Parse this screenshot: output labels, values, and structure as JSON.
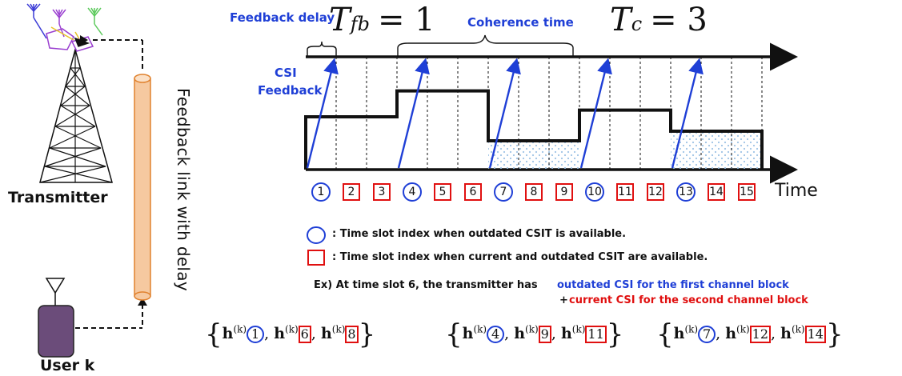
{
  "labels": {
    "feedback_delay": "Feedback delay",
    "coherence_time": "Coherence time",
    "csi_feedback_line1": "CSI",
    "csi_feedback_line2": "Feedback",
    "time": "Time",
    "transmitter": "Transmitter",
    "user": "User k",
    "feedback_link": "Feedback link with delay"
  },
  "math": {
    "tfb_symbol": "T",
    "tfb_sub": "fb",
    "tfb_value": "= 1",
    "tc_symbol": "T",
    "tc_sub": "c",
    "tc_value": "= 3"
  },
  "slots": [
    "1",
    "2",
    "3",
    "4",
    "5",
    "6",
    "7",
    "8",
    "9",
    "10",
    "11",
    "12",
    "13",
    "14",
    "15"
  ],
  "slot_marker": [
    "circle",
    "square",
    "square",
    "circle",
    "square",
    "square",
    "circle",
    "square",
    "square",
    "circle",
    "square",
    "square",
    "circle",
    "square",
    "square"
  ],
  "channel_blocks": {
    "levels": [
      0.55,
      0.82,
      0.3,
      0.62,
      0.4
    ],
    "dotted": [
      false,
      false,
      true,
      false,
      true
    ]
  },
  "legend": {
    "circle_text": ": Time slot index when outdated CSIT is available.",
    "square_text": ": Time slot index when current and outdated CSIT are available.",
    "example_prefix": "Ex) At time slot 6, the transmitter has",
    "example_blue": "outdated CSI for the first channel block",
    "example_red_prefix": "+",
    "example_red": "current CSI  for the second channel block"
  },
  "sets": [
    {
      "circle": "1",
      "sq1": "6",
      "sq2": "8"
    },
    {
      "circle": "4",
      "sq1": "9",
      "sq2": "11"
    },
    {
      "circle": "7",
      "sq1": "12",
      "sq2": "14"
    }
  ],
  "set_symbols": {
    "h": "h",
    "sup": "(k)"
  },
  "colors": {
    "blue": "#1f3fd6",
    "red": "#e01010",
    "tower": "#111111",
    "user_box": "#6b4c7a",
    "cable_fill": "#f6c9a0",
    "cable_stroke": "#e0822f",
    "dots": "#9ec3e6"
  }
}
